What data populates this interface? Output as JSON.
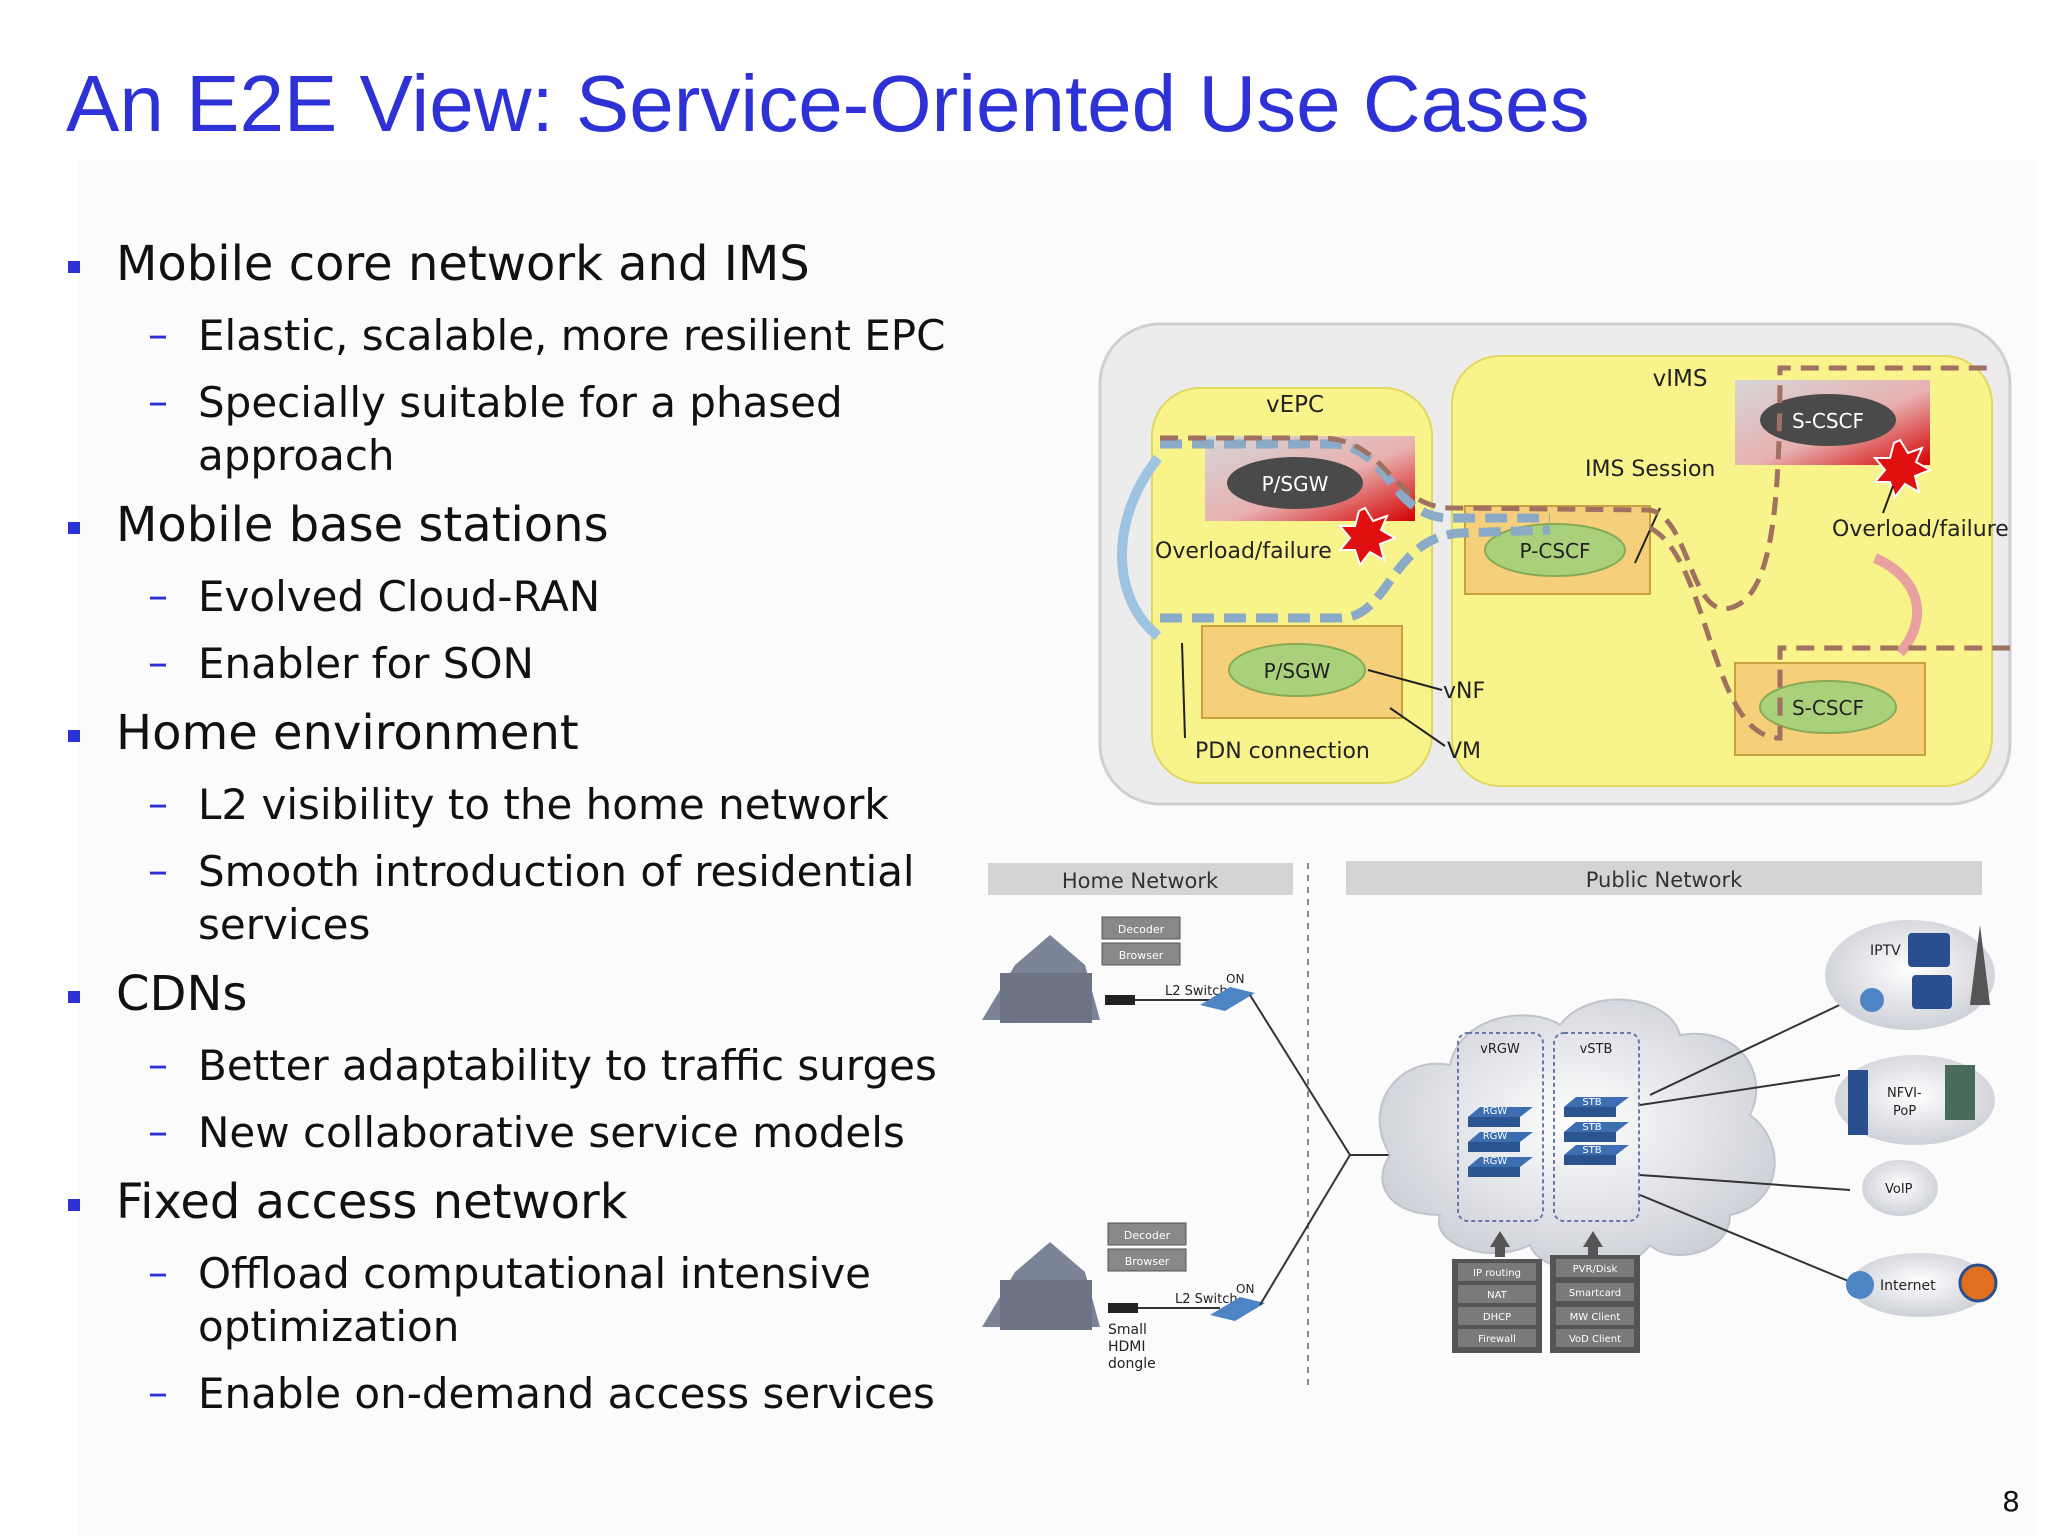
{
  "slide": {
    "title": "An E2E View: Service-Oriented Use Cases",
    "page_number": "8"
  },
  "bullets": [
    {
      "text": "Mobile core network and IMS",
      "sub": [
        "Elastic, scalable, more resilient EPC",
        "Specially suitable for a phased approach"
      ]
    },
    {
      "text": "Mobile base stations",
      "sub": [
        "Evolved Cloud-RAN",
        "Enabler for SON"
      ]
    },
    {
      "text": "Home environment",
      "sub": [
        "L2 visibility to the home network",
        "Smooth introduction of residential services"
      ]
    },
    {
      "text": "CDNs",
      "sub": [
        "Better adaptability to traffic surges",
        "New collaborative service models"
      ]
    },
    {
      "text": "Fixed access network",
      "sub": [
        "Offload computational intensive optimization",
        "Enable on-demand access services"
      ]
    }
  ],
  "diagram1": {
    "vepc": "vEPC",
    "vims": "vIMS",
    "psgw_top": "P/SGW",
    "psgw_bottom": "P/SGW",
    "overload_left": "Overload/failure",
    "pcscf": "P-CSCF",
    "ims_session": "IMS Session",
    "scscf_top": "S-CSCF",
    "scscf_bottom": "S-CSCF",
    "overload_right": "Overload/failure",
    "vnf": "vNF",
    "vm": "VM",
    "pdn": "PDN connection"
  },
  "diagram2": {
    "home_network": "Home Network",
    "public_network": "Public Network",
    "decoder1": "Decoder",
    "browser1": "Browser",
    "decoder2": "Decoder",
    "browser2": "Browser",
    "l2switch1": "L2 Switch",
    "on1": "ON",
    "l2switch2": "L2 Switch",
    "on2": "ON",
    "dongle1": "Small",
    "dongle2": "HDMI",
    "dongle3": "dongle",
    "vrgw": "vRGW",
    "vstb": "vSTB",
    "rgw": [
      "RGW",
      "RGW",
      "RGW"
    ],
    "stb": [
      "STB",
      "STB",
      "STB"
    ],
    "rgw_funcs": [
      "IP routing",
      "NAT",
      "DHCP",
      "Firewall"
    ],
    "stb_funcs": [
      "PVR/Disk",
      "Smartcard",
      "MW Client",
      "VoD Client"
    ],
    "iptv": "IPTV",
    "nfvi1": "NFVI-",
    "nfvi2": "PoP",
    "voip": "VoIP",
    "internet": "Internet"
  }
}
